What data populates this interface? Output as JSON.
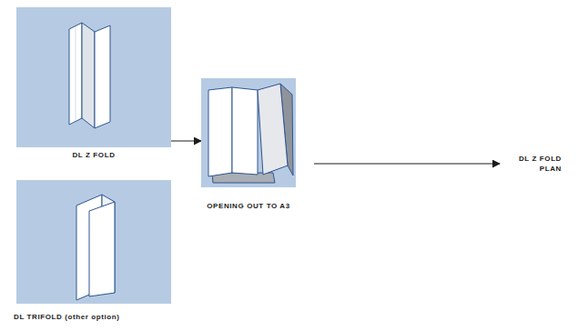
{
  "diagram": {
    "nodes": [
      {
        "text": [
          "DL Z FOLD"
        ]
      },
      {
        "text": [
          "DL TRIFOLD (other option)"
        ]
      },
      {
        "text": [
          "OPENING OUT TO A3"
        ]
      },
      {
        "text": [
          "DL Z FOLD PLAN"
        ]
      }
    ],
    "edges": [
      {
        "from": 0,
        "to": 2,
        "arrow": "to"
      },
      {
        "from": 2,
        "to": 3,
        "arrow": "to"
      }
    ]
  }
}
